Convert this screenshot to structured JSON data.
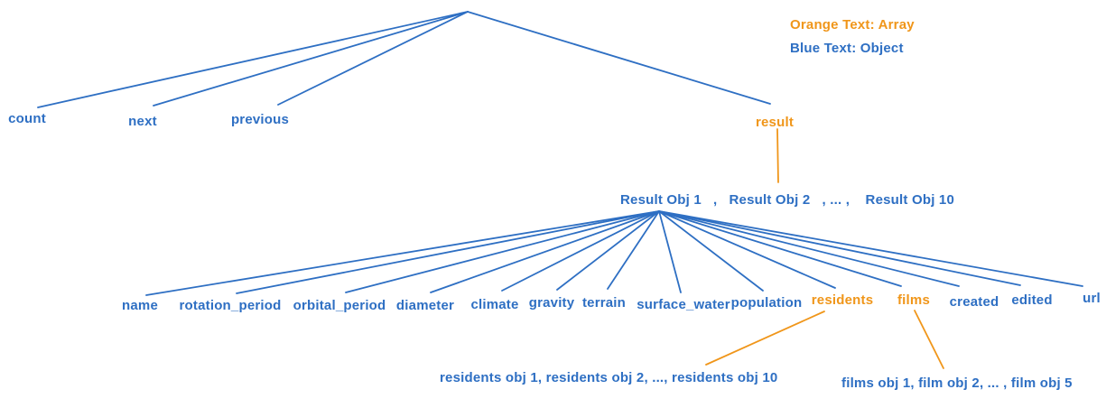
{
  "colors": {
    "blue": "#2E6FC3",
    "orange": "#F0961A",
    "background": "#FFFFFF"
  },
  "legend": {
    "array_label": "Orange Text: Array",
    "object_label": "Blue Text: Object"
  },
  "tree": {
    "root_children": {
      "count": "count",
      "next": "next",
      "previous": "previous",
      "result": "result"
    },
    "result_items": "Result Obj 1   ,   Result Obj 2   , ... ,    Result Obj 10",
    "result_obj_fields": {
      "name": "name",
      "rotation_period": "rotation_period",
      "orbital_period": "orbital_period",
      "diameter": "diameter",
      "climate": "climate",
      "gravity": "gravity",
      "terrain": "terrain",
      "surface_water": "surface_water",
      "population": "population",
      "residents": "residents",
      "films": "films",
      "created": "created",
      "edited": "edited",
      "url": "url"
    },
    "residents_items": "residents obj 1, residents obj 2, ..., residents obj 10",
    "films_items": "films obj 1, film obj 2, ... , film obj 5"
  }
}
